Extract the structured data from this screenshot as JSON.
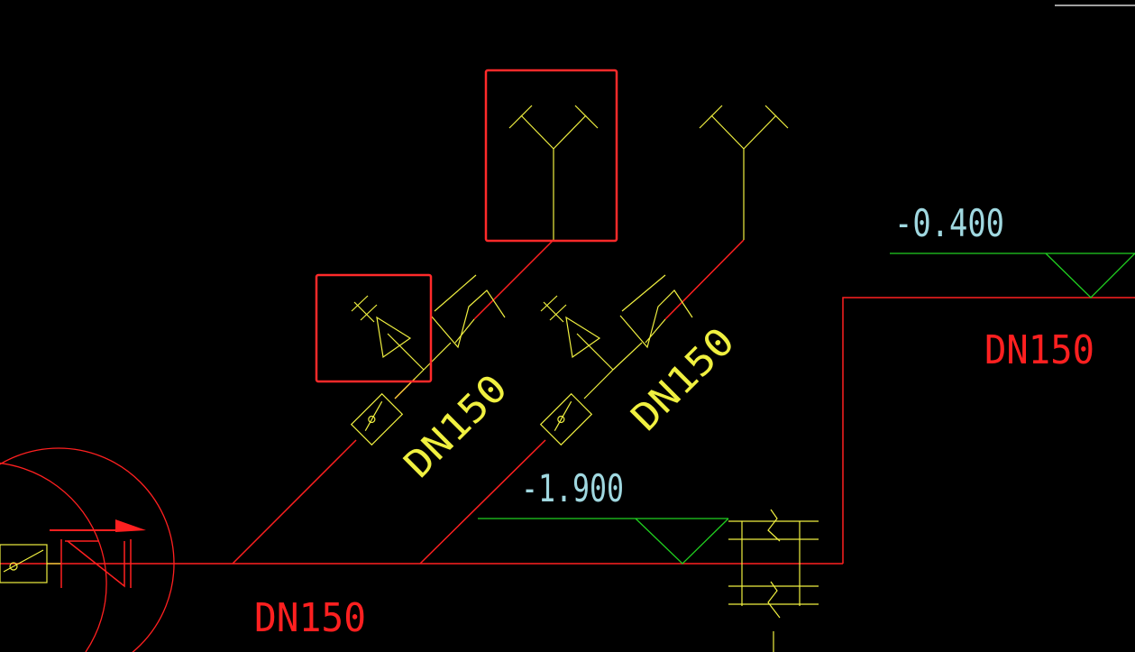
{
  "colors": {
    "background": "#000000",
    "pipe_red": "#ff2020",
    "symbol_yellow": "#f0f040",
    "level_green": "#20d020",
    "elev_cyan": "#a0d8e0",
    "highlight_red": "#ff2a2a"
  },
  "labels": {
    "pipe_main": "DN150",
    "pipe_branch_1": "DN150",
    "pipe_branch_2": "DN150",
    "pipe_right": "DN150",
    "elev_low": "-1.900",
    "elev_high": "-0.400"
  },
  "icons": {
    "inlet_1": "y-inlet-icon",
    "inlet_2": "y-inlet-icon",
    "valve_1": "check-valve-icon",
    "valve_2": "check-valve-icon",
    "nozzle_1": "test-nozzle-icon",
    "nozzle_2": "test-nozzle-icon",
    "gate_1": "gate-valve-icon",
    "gate_2": "gate-valve-icon",
    "gate_main": "gate-valve-icon",
    "check_main": "check-valve-icon",
    "flow_arrow": "flow-arrow-icon",
    "wall_sleeve": "wall-sleeve-icon",
    "elev_marker": "elevation-marker-icon"
  }
}
